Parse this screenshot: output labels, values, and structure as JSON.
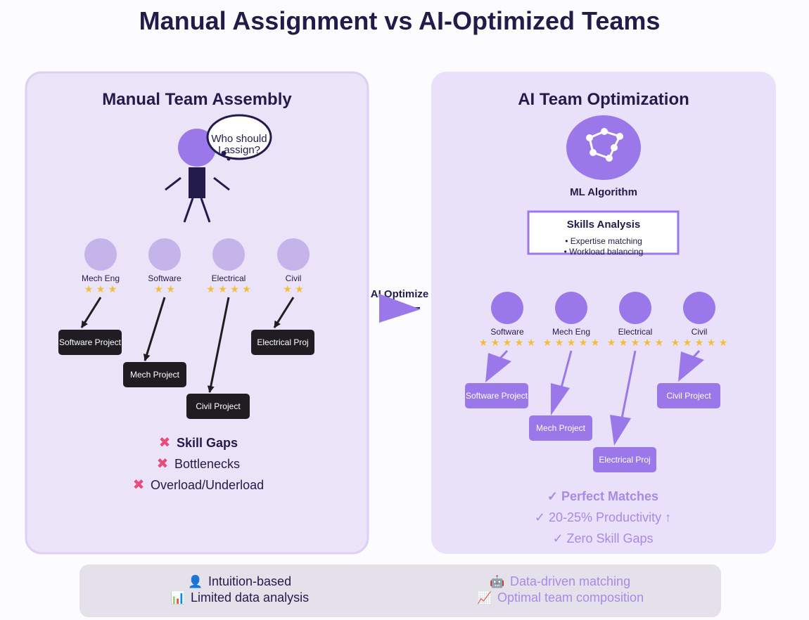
{
  "title": "Manual Assignment vs AI-Optimized Teams",
  "manual": {
    "heading": "Manual Team Assembly",
    "thought": [
      "Who should",
      "I assign?"
    ],
    "people": [
      {
        "label": "Mech Eng",
        "stars": "★ ★ ★"
      },
      {
        "label": "Software",
        "stars": "★ ★"
      },
      {
        "label": "Electrical",
        "stars": "★ ★ ★ ★"
      },
      {
        "label": "Civil",
        "stars": "★ ★"
      }
    ],
    "projects": [
      "Software Project",
      "Mech Project",
      "Civil Project",
      "Electrical Proj"
    ],
    "problems": [
      {
        "icon": "✖",
        "text": "Skill Gaps"
      },
      {
        "icon": "✖",
        "text": "Bottlenecks"
      },
      {
        "icon": "✖",
        "text": "Overload/Underload"
      }
    ]
  },
  "middle": {
    "label": "AI Optimize"
  },
  "ai": {
    "heading": "AI Team Optimization",
    "algorithm": "ML Algorithm",
    "analysis": {
      "title": "Skills Analysis",
      "items": [
        "• Expertise matching",
        "• Workload balancing"
      ]
    },
    "people": [
      {
        "label": "Software",
        "stars": "★ ★ ★ ★ ★"
      },
      {
        "label": "Mech Eng",
        "stars": "★ ★ ★ ★ ★"
      },
      {
        "label": "Electrical",
        "stars": "★ ★ ★ ★ ★"
      },
      {
        "label": "Civil",
        "stars": "★ ★ ★ ★ ★"
      }
    ],
    "projects": [
      "Software Project",
      "Mech Project",
      "Electrical Proj",
      "Civil Project"
    ],
    "benefits": [
      "✓ Perfect Matches",
      "✓ 20-25% Productivity ↑",
      "✓ Zero Skill Gaps"
    ]
  },
  "footer": {
    "left": [
      {
        "icon": "👤",
        "text": "Intuition-based"
      },
      {
        "icon": "📊",
        "text": "Limited data analysis"
      }
    ],
    "right": [
      {
        "icon": "🤖",
        "text": "Data-driven matching"
      },
      {
        "icon": "📈",
        "text": "Optimal team composition"
      }
    ]
  },
  "colors": {
    "purple": "#9b78ea",
    "light_purple": "#c4b4ea",
    "dark": "#1f1d22",
    "navy": "#231b4a",
    "star": "#f3bd3a",
    "x_pink": "#e74c7c"
  }
}
